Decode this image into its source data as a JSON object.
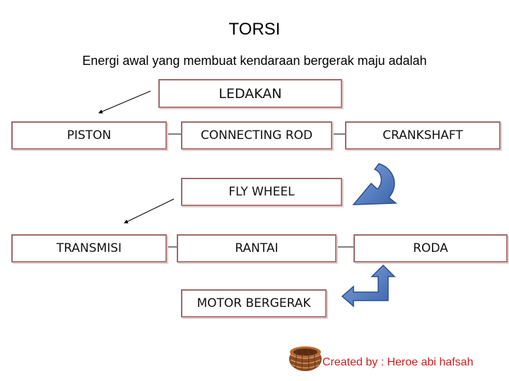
{
  "title": "TORSI",
  "subtitle": "Energi awal yang membuat kendaraan bergerak maju adalah",
  "boxes": {
    "ledakan": "LEDAKAN",
    "piston": "PISTON",
    "connecting_rod": "CONNECTING ROD",
    "crankshaft": "CRANKSHAFT",
    "fly_wheel": "FLY WHEEL",
    "transmisi": "TRANSMISI",
    "rantai": "RANTAI",
    "roda": "RODA",
    "motor_bergerak": "MOTOR BERGERAK"
  },
  "credit": "Created by : Heroe abi hafsah",
  "colors": {
    "box_border": "#b07a7a",
    "blue_arrow": "#4a73b8",
    "credit_text": "#d21c1c"
  }
}
